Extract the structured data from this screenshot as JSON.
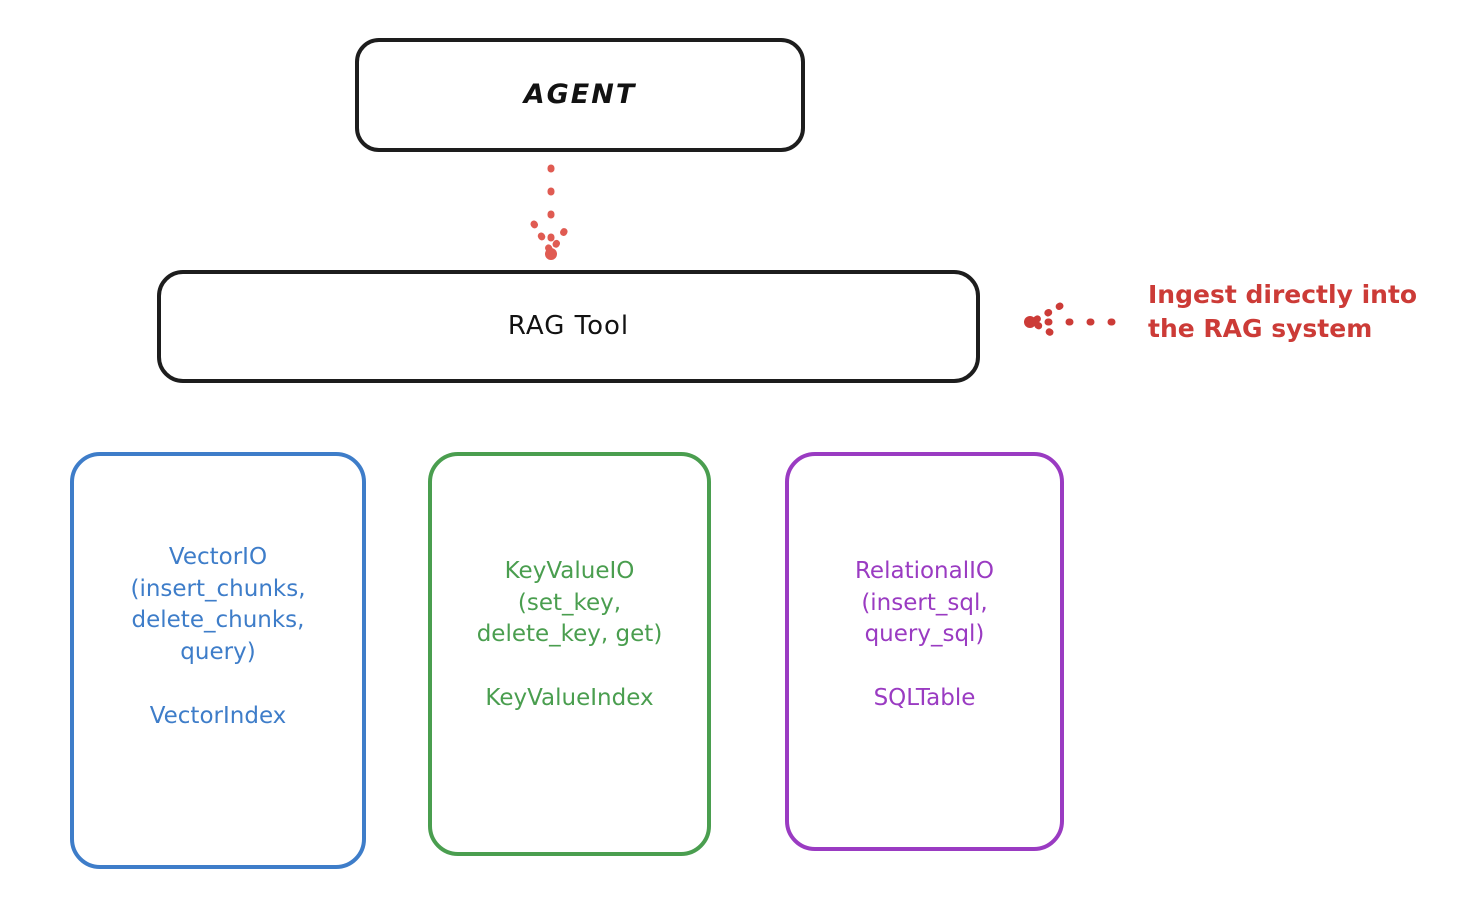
{
  "diagram": {
    "title_node": {
      "label": "AGENT"
    },
    "tool_node": {
      "label": "RAG Tool"
    },
    "leaves": [
      {
        "id": "vector-io",
        "label": "VectorIO\n(insert_chunks,\ndelete_chunks,\nquery)\n\nVectorIndex",
        "color": "#3e7dc9"
      },
      {
        "id": "key-value-io",
        "label": "KeyValueIO\n(set_key,\ndelete_key, get)\n\nKeyValueIndex",
        "color": "#4a9e4f"
      },
      {
        "id": "relational-io",
        "label": "RelationalIO\n(insert_sql,\nquery_sql)\n\nSQLTable",
        "color": "#9a3bc2"
      }
    ],
    "annotation": {
      "text": "Ingest directly into\nthe RAG system",
      "color": "#cc3b37"
    },
    "connectors": {
      "agent_to_rag": {
        "style": "dotted",
        "color": "#e05b52",
        "direction": "down"
      },
      "annotation_to_rag": {
        "style": "dotted",
        "color": "#cc3b37",
        "direction": "left"
      }
    },
    "colors": {
      "stroke_black": "#1d1d1d",
      "background": "#ffffff",
      "red": "#cc3b37",
      "blue": "#3e7dc9",
      "green": "#4a9e4f",
      "purple": "#9a3bc2"
    }
  }
}
